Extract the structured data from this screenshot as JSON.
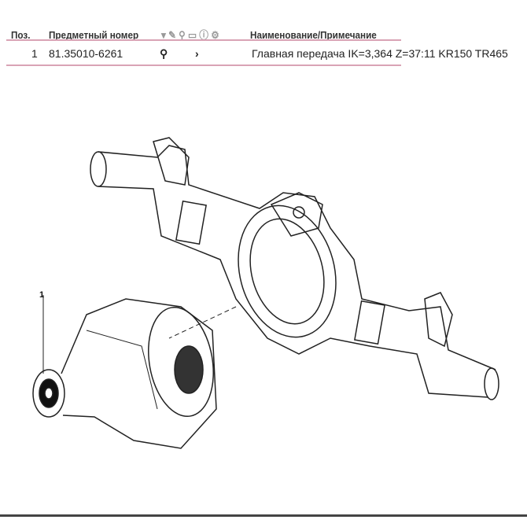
{
  "table": {
    "headers": {
      "pos": "Поз.",
      "part_number": "Предметный номер",
      "name": "Наименование/Примечание"
    },
    "header_icons": [
      "filter-icon",
      "edit-icon",
      "link-icon",
      "image-icon",
      "info-icon",
      "gear-icon"
    ],
    "rows": [
      {
        "pos": "1",
        "part_number": "81.35010-6261",
        "icon": "pin-icon",
        "arrow": "›",
        "name": "Главная передача  IK=3,364 Z=37:11 KR150 TR465"
      }
    ]
  },
  "drawing": {
    "callout": "1"
  }
}
